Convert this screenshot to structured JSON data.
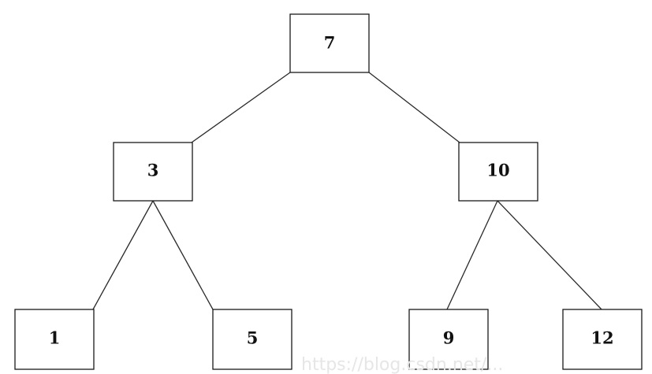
{
  "diagram": {
    "type": "binary-tree",
    "nodes": [
      {
        "id": "n7",
        "label": "7"
      },
      {
        "id": "n3",
        "label": "3"
      },
      {
        "id": "n10",
        "label": "10"
      },
      {
        "id": "n1",
        "label": "1"
      },
      {
        "id": "n5",
        "label": "5"
      },
      {
        "id": "n9",
        "label": "9"
      },
      {
        "id": "n12",
        "label": "12"
      }
    ],
    "edges": [
      {
        "from": "7",
        "to": "3"
      },
      {
        "from": "7",
        "to": "10"
      },
      {
        "from": "3",
        "to": "1"
      },
      {
        "from": "3",
        "to": "5"
      },
      {
        "from": "10",
        "to": "9"
      },
      {
        "from": "10",
        "to": "12"
      }
    ]
  },
  "watermark": "https://blog.csdn.net/..."
}
